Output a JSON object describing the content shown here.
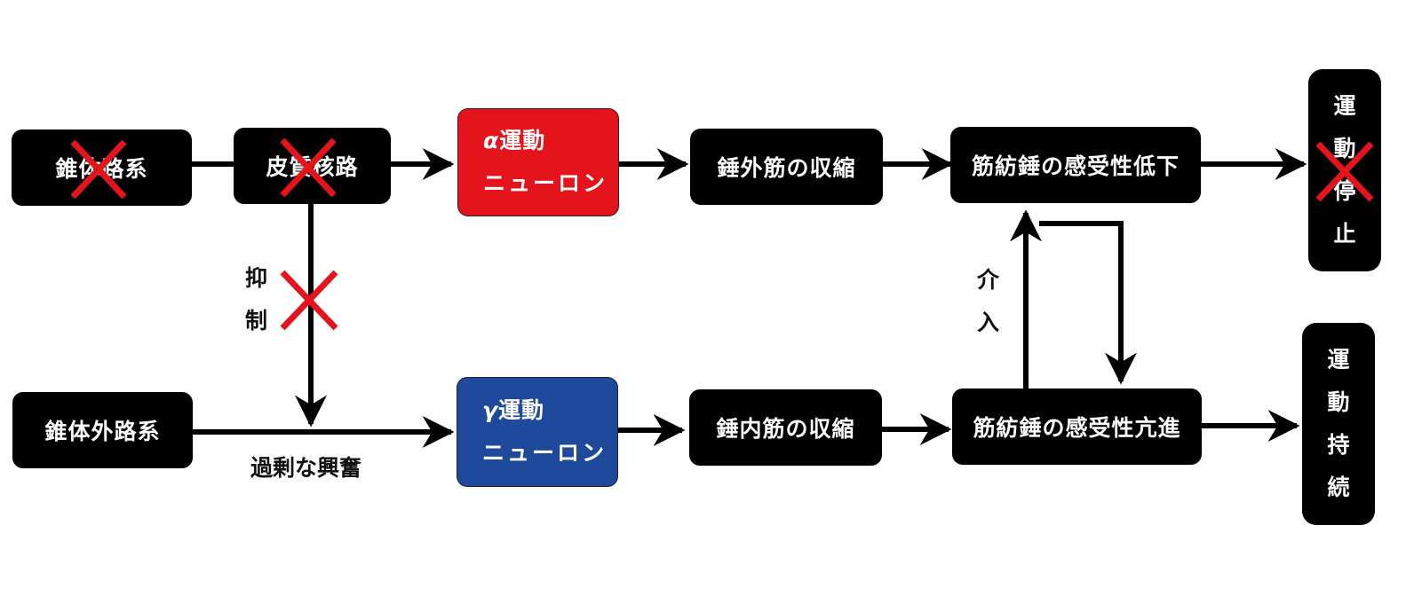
{
  "nodes": {
    "pyramidal": "錐体路系",
    "corticonuclear": "皮質核路",
    "alpha_symbol": "α",
    "alpha_word": "運動",
    "alpha_line2": "ニューロン",
    "extrafusal": "錘外筋の収縮",
    "spindle_low": "筋紡錘の感受性低下",
    "motor_stop": [
      "運",
      "動",
      "停",
      "止"
    ],
    "extrapyramidal": "錐体外路系",
    "gamma_symbol": "γ",
    "gamma_word": "運動",
    "gamma_line2": "ニューロン",
    "intrafusal": "錘内筋の収縮",
    "spindle_high": "筋紡錘の感受性亢進",
    "motor_continue": [
      "運",
      "動",
      "持",
      "続"
    ]
  },
  "labels": {
    "inhibition": [
      "抑",
      "制"
    ],
    "excess": "過剰な興奮",
    "intervention": [
      "介",
      "入"
    ]
  },
  "colors": {
    "alpha_box": "#e5141c",
    "gamma_box": "#1f4a9c",
    "cross": "#e5141c",
    "arrow": "#000000"
  }
}
